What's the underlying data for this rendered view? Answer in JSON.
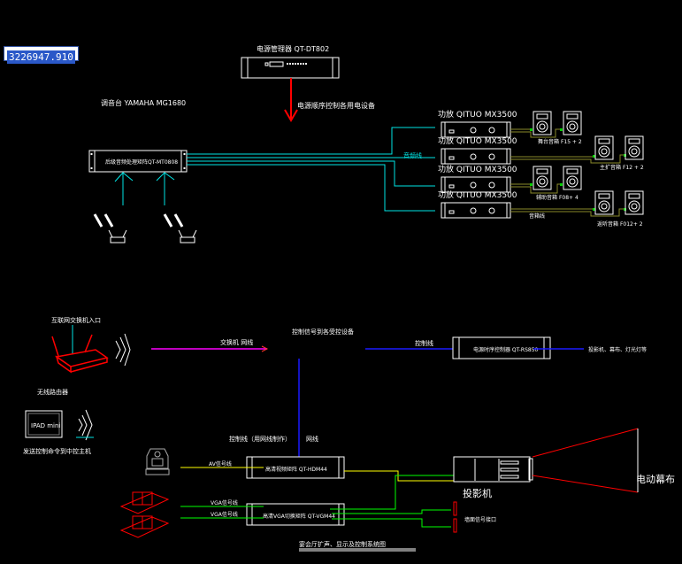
{
  "coordinate_readout": "3226947.910",
  "colors": {
    "background": "#000000",
    "device": "#ffffff",
    "audio_line": "#00e5e5",
    "speaker_line": "#8a8a2a",
    "power_arrow": "#ff0000",
    "network_line": "#ff00ff",
    "control_line": "#1a1aff",
    "av_line": "#ffff00",
    "vga_line": "#00ff00",
    "red_device": "#ff0000"
  },
  "audio": {
    "power_seq": {
      "title": "电源管理器 QT-DT802",
      "note": "电源顺序控制各用电设备"
    },
    "mixer_title": "调音台 YAMAHA MG1680",
    "processor_label": "后级音频处理矩阵QT-MT0808",
    "line_label": "音频线",
    "amps": [
      {
        "brand": "功放",
        "model": "QITUO",
        "series": "MX3500"
      },
      {
        "brand": "功放",
        "model": "QITUO",
        "series": "MX3500"
      },
      {
        "brand": "功放",
        "model": "QITUO",
        "series": "MX3500"
      },
      {
        "brand": "功放",
        "model": "QITUO",
        "series": "MX3500"
      }
    ],
    "speaker_groups": [
      {
        "name": "舞台音箱",
        "spec": "F15 + 2"
      },
      {
        "name": "主扩音箱",
        "spec": "F12 + 2"
      },
      {
        "name": "辅助音箱",
        "spec": "F08+ 4"
      },
      {
        "name": "返听音箱",
        "spec": "F012+ 2"
      }
    ],
    "speaker_cable_label": "音箱线"
  },
  "control": {
    "router_entry": "互联网交换机入口",
    "router_label": "无线路由器",
    "ipad_label": "IPAD mini",
    "ipad_caption": "发送控制命令到中控主机",
    "switch_line": "交换机 网线",
    "central_title": "控制信号到各受控设备",
    "ctrl_line": "控制线",
    "relay_box": "电源时序控制器 QT-RS850",
    "relay_targets": "投影机、幕布、灯光灯等",
    "ctrl_cable": "控制线（用网线制作）",
    "net_cable": "网线",
    "av_box": "高清视频矩阵 QT-HDM44",
    "vga_box": "高清VGA切换矩阵 QT-VGM44",
    "av_label": "AV信号线",
    "vga_label_1": "VGA信号线",
    "vga_label_2": "VGA信号线",
    "projector": "投影机",
    "screen": "电动幕布",
    "interface_label": "墙面信号接口",
    "drawing_title": "宴会厅扩声、显示及控制系统图"
  }
}
